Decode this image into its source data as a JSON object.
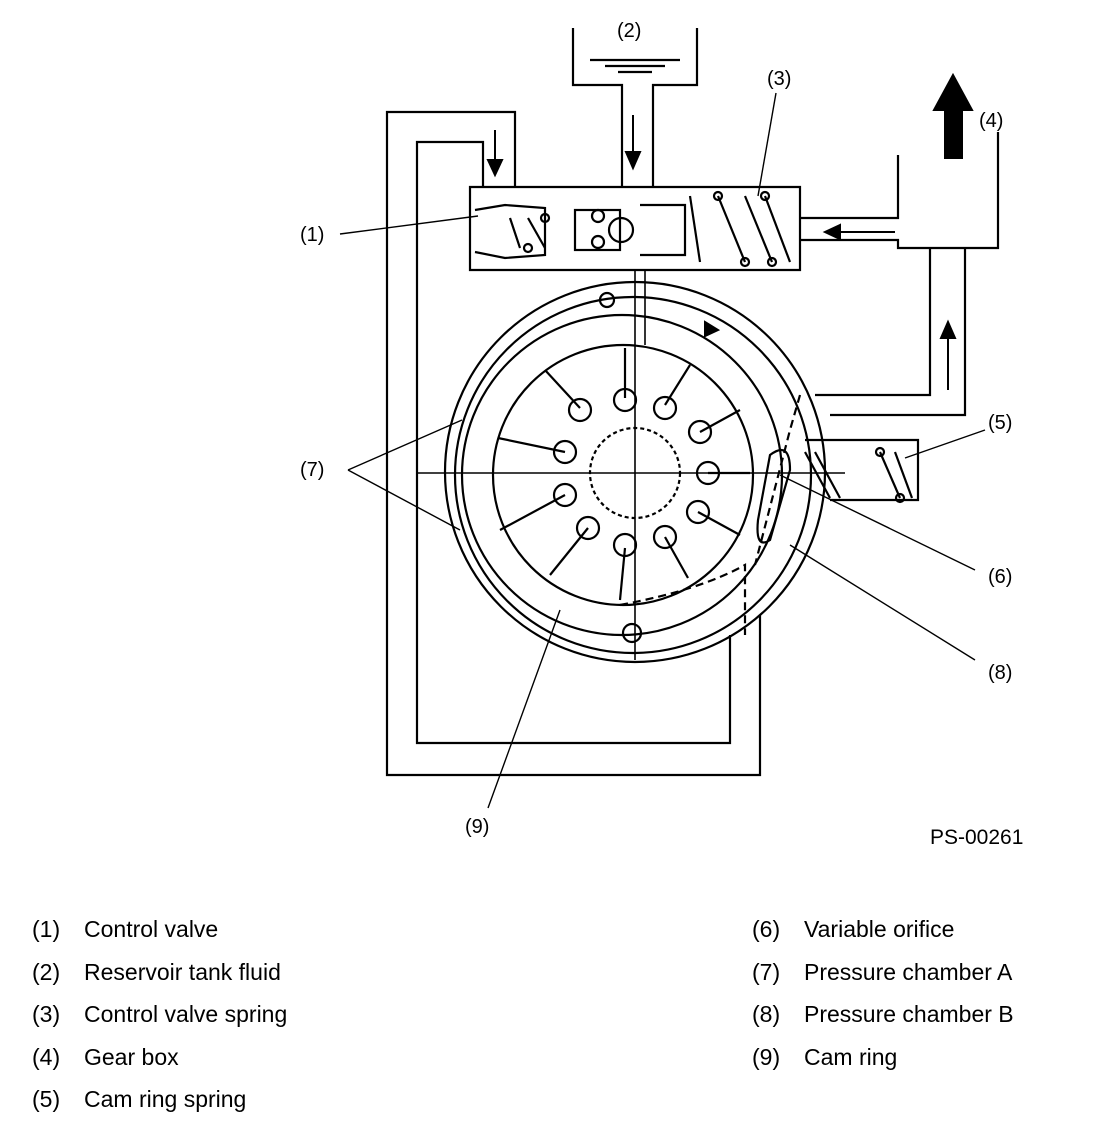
{
  "diagram": {
    "code": "PS-00261",
    "callouts": [
      "(1)",
      "(2)",
      "(3)",
      "(4)",
      "(5)",
      "(6)",
      "(7)",
      "(8)",
      "(9)"
    ]
  },
  "legend": {
    "left": [
      {
        "num": "(1)",
        "label": "Control valve"
      },
      {
        "num": "(2)",
        "label": "Reservoir tank fluid"
      },
      {
        "num": "(3)",
        "label": "Control valve spring"
      },
      {
        "num": "(4)",
        "label": "Gear box"
      },
      {
        "num": "(5)",
        "label": "Cam ring spring"
      }
    ],
    "right": [
      {
        "num": "(6)",
        "label": "Variable orifice"
      },
      {
        "num": "(7)",
        "label": "Pressure chamber A"
      },
      {
        "num": "(8)",
        "label": "Pressure chamber B"
      },
      {
        "num": "(9)",
        "label": "Cam ring"
      }
    ]
  }
}
